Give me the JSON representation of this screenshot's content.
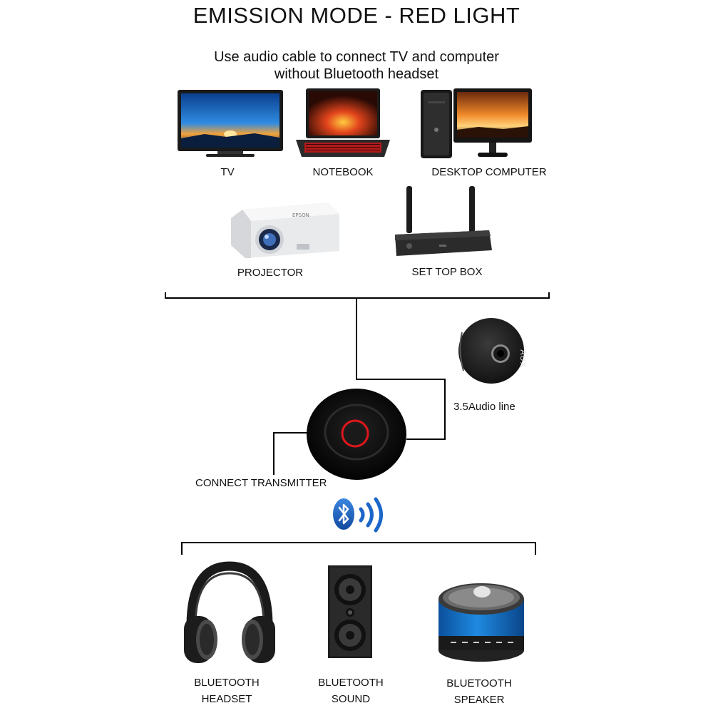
{
  "header": {
    "title": "EMISSION MODE - RED LIGHT",
    "subtitle_line1": "Use audio cable to connect TV and computer",
    "subtitle_line2": "without Bluetooth headset"
  },
  "sources": [
    {
      "label": "TV",
      "icon": "tv-icon"
    },
    {
      "label": "NOTEBOOK",
      "icon": "laptop-icon"
    },
    {
      "label": "DESKTOP COMPUTER",
      "icon": "desktop-computer-icon"
    },
    {
      "label": "PROJECTOR",
      "icon": "projector-icon"
    },
    {
      "label": "SET TOP BOX",
      "icon": "set-top-box-icon"
    }
  ],
  "aux": {
    "port_label": "AUX",
    "cable_label": "3.5Audio line"
  },
  "transmitter": {
    "label": "CONNECT TRANSMITTER",
    "light_color": "#e0161b"
  },
  "bluetooth": {
    "icon": "bluetooth-icon",
    "color": "#1a66c9"
  },
  "receivers": [
    {
      "line1": "BLUETOOTH",
      "line2": "HEADSET",
      "icon": "headphones-icon"
    },
    {
      "line1": "BLUETOOTH",
      "line2": "SOUND",
      "icon": "bookshelf-speaker-icon"
    },
    {
      "line1": "BLUETOOTH",
      "line2": "SPEAKER",
      "icon": "portable-speaker-icon"
    }
  ]
}
